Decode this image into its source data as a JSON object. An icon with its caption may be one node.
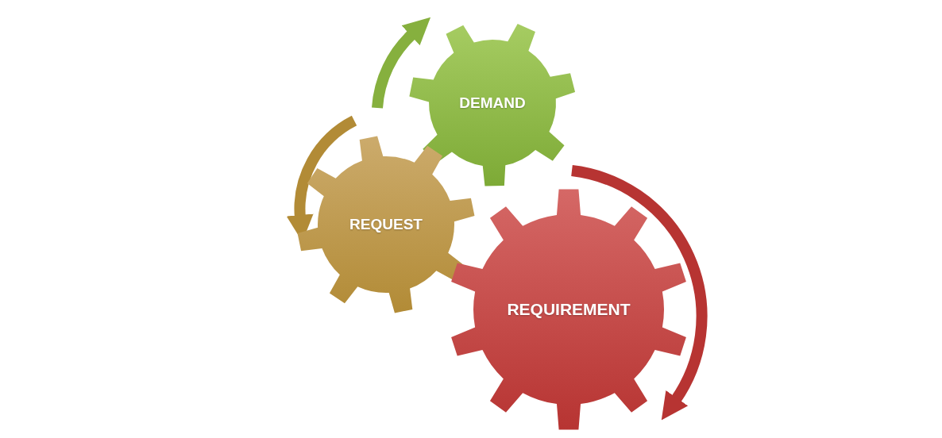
{
  "diagram": {
    "nodes": [
      {
        "text": [
          "DEMAND"
        ]
      },
      {
        "text": [
          "REQUEST"
        ]
      },
      {
        "text": [
          "REQUIREMENT"
        ]
      }
    ]
  }
}
